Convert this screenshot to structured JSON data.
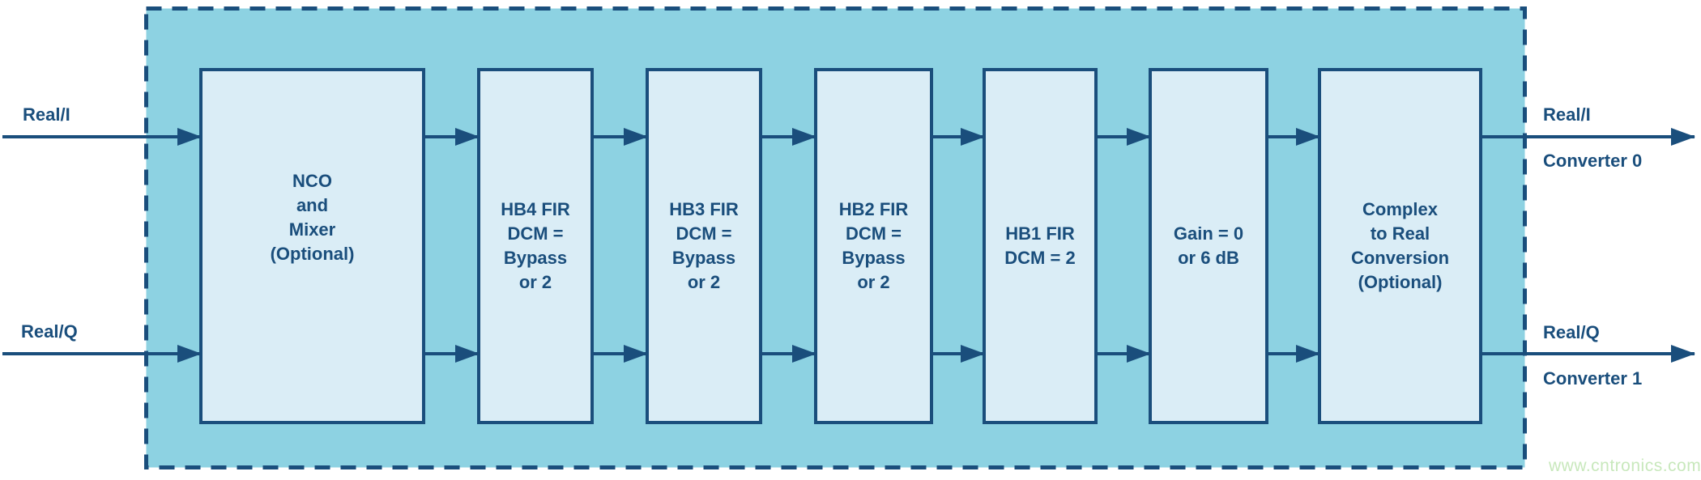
{
  "diagram": {
    "title_semantic": "DDC datapath block diagram",
    "inputs": {
      "top": "Real/I",
      "bottom": "Real/Q"
    },
    "outputs": {
      "top": {
        "signal": "Real/I",
        "converter": "Converter 0"
      },
      "bottom": {
        "signal": "Real/Q",
        "converter": "Converter 1"
      }
    },
    "blocks": [
      {
        "name": "nco-mixer",
        "label": "NCO\nand\nMixer\n(Optional)"
      },
      {
        "name": "hb4-fir",
        "label": "HB4 FIR\nDCM =\nBypass\nor 2"
      },
      {
        "name": "hb3-fir",
        "label": "HB3 FIR\nDCM =\nBypass\nor 2"
      },
      {
        "name": "hb2-fir",
        "label": "HB2 FIR\nDCM =\nBypass\nor 2"
      },
      {
        "name": "hb1-fir",
        "label": "HB1 FIR\nDCM = 2"
      },
      {
        "name": "gain",
        "label": "Gain = 0\nor 6 dB"
      },
      {
        "name": "complex-to-real",
        "label": "Complex\nto Real\nConversion\n(Optional)"
      }
    ],
    "colors": {
      "boundary_fill": "#8DD2E2",
      "block_fill": "#DAEDF6",
      "line_and_text": "#1A4E7C",
      "watermark": "#C8E8BC",
      "page_background": "#FFFFFF"
    },
    "watermark": "www.cntronics.com"
  }
}
